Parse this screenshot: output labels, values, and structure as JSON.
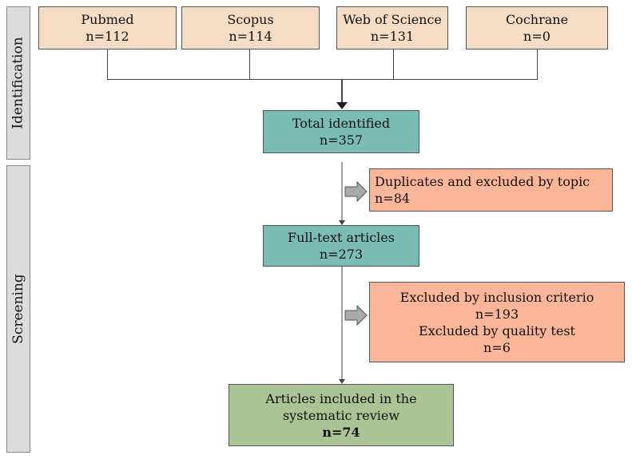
{
  "stages": {
    "identification": "Identification",
    "screening": "Screening"
  },
  "sources": [
    {
      "name": "Pubmed",
      "count": "n=112"
    },
    {
      "name": "Scopus",
      "count": "n=114"
    },
    {
      "name": "Web of Science",
      "count": "n=131"
    },
    {
      "name": "Cochrane",
      "count": "n=0"
    }
  ],
  "total": {
    "label": "Total identified",
    "count": "n=357"
  },
  "duplicates": {
    "label": "Duplicates and excluded by topic",
    "count": "n=84"
  },
  "fulltext": {
    "label": "Full-text articles",
    "count": "n=273"
  },
  "excluded": {
    "inclusion_label": "Excluded by inclusion criterio",
    "inclusion_count": "n=193",
    "quality_label": "Excluded by quality test",
    "quality_count": "n=6"
  },
  "included": {
    "line1": "Articles included in the",
    "line2": "systematic review",
    "count": "n=74"
  },
  "colors": {
    "source": "#f5dcc4",
    "process": "#7cbcb6",
    "exclusion": "#fbb69a",
    "final": "#a9c596",
    "stage": "#dcdcdc"
  }
}
